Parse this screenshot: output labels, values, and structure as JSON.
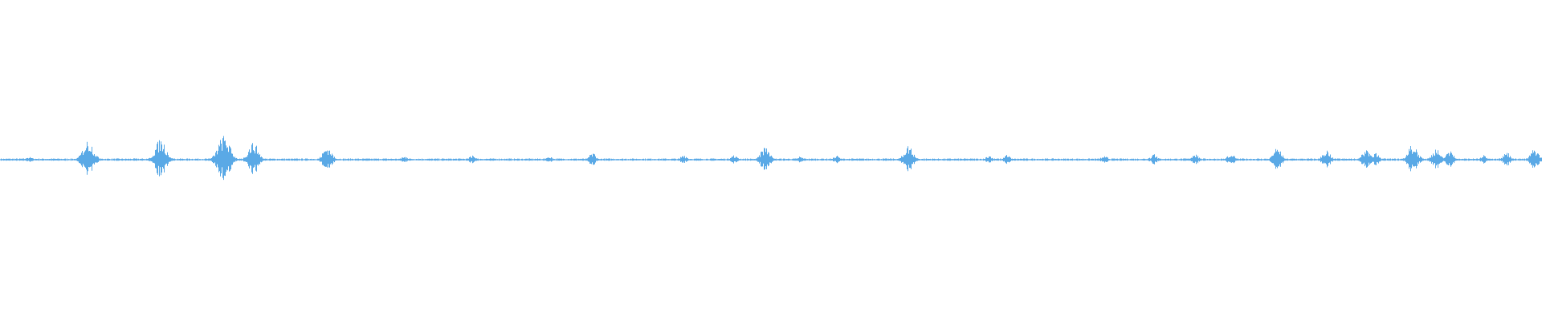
{
  "waveform": {
    "color": "#5aa9e6",
    "background": "#ffffff",
    "baseline_amplitude": 0.008,
    "bursts": [
      {
        "position": 0.019,
        "amplitude": 0.03
      },
      {
        "position": 0.057,
        "amplitude": 0.18
      },
      {
        "position": 0.104,
        "amplitude": 0.19
      },
      {
        "position": 0.145,
        "amplitude": 0.22
      },
      {
        "position": 0.164,
        "amplitude": 0.16
      },
      {
        "position": 0.212,
        "amplitude": 0.12
      },
      {
        "position": 0.262,
        "amplitude": 0.03
      },
      {
        "position": 0.306,
        "amplitude": 0.04
      },
      {
        "position": 0.356,
        "amplitude": 0.03
      },
      {
        "position": 0.384,
        "amplitude": 0.06
      },
      {
        "position": 0.443,
        "amplitude": 0.04
      },
      {
        "position": 0.476,
        "amplitude": 0.04
      },
      {
        "position": 0.496,
        "amplitude": 0.12
      },
      {
        "position": 0.519,
        "amplitude": 0.03
      },
      {
        "position": 0.542,
        "amplitude": 0.04
      },
      {
        "position": 0.589,
        "amplitude": 0.13
      },
      {
        "position": 0.641,
        "amplitude": 0.04
      },
      {
        "position": 0.653,
        "amplitude": 0.05
      },
      {
        "position": 0.716,
        "amplitude": 0.04
      },
      {
        "position": 0.748,
        "amplitude": 0.05
      },
      {
        "position": 0.775,
        "amplitude": 0.05
      },
      {
        "position": 0.798,
        "amplitude": 0.06
      },
      {
        "position": 0.828,
        "amplitude": 0.11
      },
      {
        "position": 0.86,
        "amplitude": 0.09
      },
      {
        "position": 0.886,
        "amplitude": 0.1
      },
      {
        "position": 0.892,
        "amplitude": 0.07
      },
      {
        "position": 0.916,
        "amplitude": 0.14
      },
      {
        "position": 0.931,
        "amplitude": 0.1
      },
      {
        "position": 0.94,
        "amplitude": 0.08
      },
      {
        "position": 0.962,
        "amplitude": 0.04
      },
      {
        "position": 0.977,
        "amplitude": 0.07
      },
      {
        "position": 0.995,
        "amplitude": 0.1
      }
    ]
  }
}
